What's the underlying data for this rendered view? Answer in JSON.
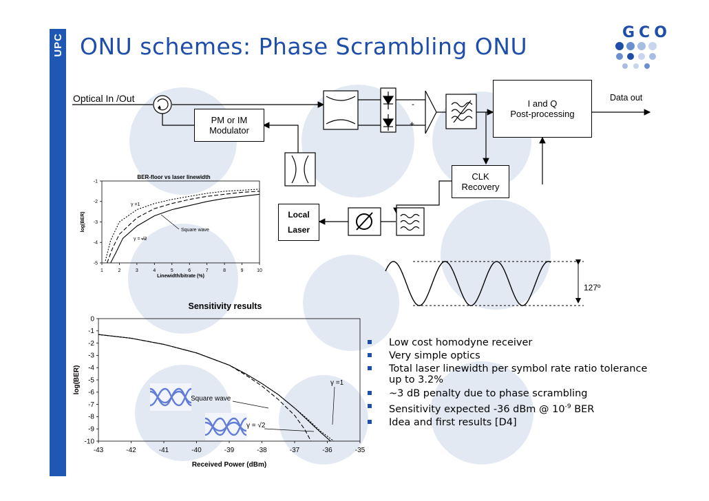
{
  "slide": {
    "title": "ONU schemes: Phase Scrambling ONU",
    "side_label": "UPC",
    "logo_text": "GCO"
  },
  "diagram": {
    "optical_in_out": "Optical In /Out",
    "modulator": [
      "PM or IM",
      "Modulator"
    ],
    "local_laser": [
      "Local",
      "Laser"
    ],
    "iq_post": [
      "I and Q",
      "Post-processing"
    ],
    "data_out": "Data out",
    "clk_recovery": [
      "CLK",
      "Recovery"
    ],
    "amp_minus": "-",
    "amp_plus": "+",
    "phase_label": "127º"
  },
  "colors": {
    "accent": "#1f4ea8",
    "side_bar": "#1f57b4",
    "watermark": "#e3e9f3"
  },
  "bullets": [
    "Low cost homodyne receiver",
    "Very simple optics",
    "Total laser linewidth per symbol rate ratio tolerance up to 3.2%",
    "~3 dB penalty due to phase scrambling",
    "Sensitivity expected -36 dBm @ 10",
    "Idea and first results [D4]"
  ],
  "bullet_sup": {
    "exp": "-9",
    "after": " BER"
  },
  "chart_data": [
    {
      "type": "line",
      "title": "BER-floor vs laser linewidth",
      "xlabel": "Linewidth/bitrate (%)",
      "ylabel": "log(BER)",
      "xlim": [
        1,
        10
      ],
      "ylim": [
        -5,
        -1
      ],
      "xticks": [
        "1",
        "2",
        "3",
        "4",
        "5",
        "6",
        "7",
        "8",
        "9",
        "10"
      ],
      "yticks": [
        "-1",
        "-2",
        "-3",
        "-4",
        "-5"
      ],
      "annotations": [
        "γ =1",
        "Square wave",
        "γ = √2"
      ],
      "series": [
        {
          "x": [
            1.2,
            1.5,
            2,
            3,
            4,
            5,
            6,
            7,
            8,
            9,
            10
          ],
          "values": [
            -4.9,
            -3.9,
            -3.0,
            -2.4,
            -2.1,
            -1.9,
            -1.75,
            -1.6,
            -1.5,
            -1.45,
            -1.4
          ],
          "style": "dotted"
        },
        {
          "x": [
            1.3,
            1.6,
            2,
            3,
            4,
            5,
            6,
            7,
            8,
            9,
            10
          ],
          "values": [
            -5.0,
            -4.3,
            -3.6,
            -2.8,
            -2.35,
            -2.1,
            -1.9,
            -1.75,
            -1.65,
            -1.55,
            -1.5
          ],
          "style": "dashed"
        },
        {
          "x": [
            1.5,
            1.8,
            2.2,
            3,
            4,
            5,
            6,
            7,
            8,
            9,
            10
          ],
          "values": [
            -5.0,
            -4.5,
            -3.8,
            -3.2,
            -2.7,
            -2.4,
            -2.2,
            -2.0,
            -1.85,
            -1.75,
            -1.65
          ],
          "style": "solid"
        }
      ]
    },
    {
      "type": "line",
      "title": "Sensitivity results",
      "xlabel": "Received Power (dBm)",
      "ylabel": "log(BER)",
      "xlim": [
        -43,
        -35
      ],
      "ylim": [
        -10,
        0
      ],
      "xticks": [
        "-43",
        "-42",
        "-41",
        "-40",
        "-39",
        "-38",
        "-37",
        "-36",
        "-35"
      ],
      "yticks": [
        "0",
        "-1",
        "-2",
        "-3",
        "-4",
        "-5",
        "-6",
        "-7",
        "-8",
        "-9",
        "-10"
      ],
      "annotations": [
        "γ =1",
        "Square wave",
        "γ = √2"
      ],
      "series": [
        {
          "x": [
            -43,
            -42,
            -41,
            -40,
            -39,
            -38.5,
            -38,
            -37.5,
            -37,
            -36.6,
            -36.2,
            -35.8
          ],
          "values": [
            -1.3,
            -1.6,
            -2.1,
            -2.8,
            -3.8,
            -4.5,
            -5.3,
            -6.2,
            -7.3,
            -8.2,
            -9.2,
            -10
          ],
          "style": "dotted"
        },
        {
          "x": [
            -43,
            -42,
            -41,
            -40,
            -39,
            -38.5,
            -38,
            -37.5,
            -37,
            -36.6,
            -36.2,
            -35.9
          ],
          "values": [
            -1.3,
            -1.6,
            -2.1,
            -2.8,
            -3.8,
            -4.5,
            -5.3,
            -6.2,
            -7.3,
            -8.3,
            -9.3,
            -10
          ],
          "style": "solid"
        },
        {
          "x": [
            -43,
            -42,
            -41,
            -40,
            -39,
            -38.5,
            -38,
            -37.5,
            -37,
            -36.7,
            -36.5
          ],
          "values": [
            -1.3,
            -1.6,
            -2.1,
            -2.8,
            -3.8,
            -4.6,
            -5.5,
            -6.6,
            -7.9,
            -9.0,
            -10
          ],
          "style": "dashed"
        }
      ]
    }
  ]
}
